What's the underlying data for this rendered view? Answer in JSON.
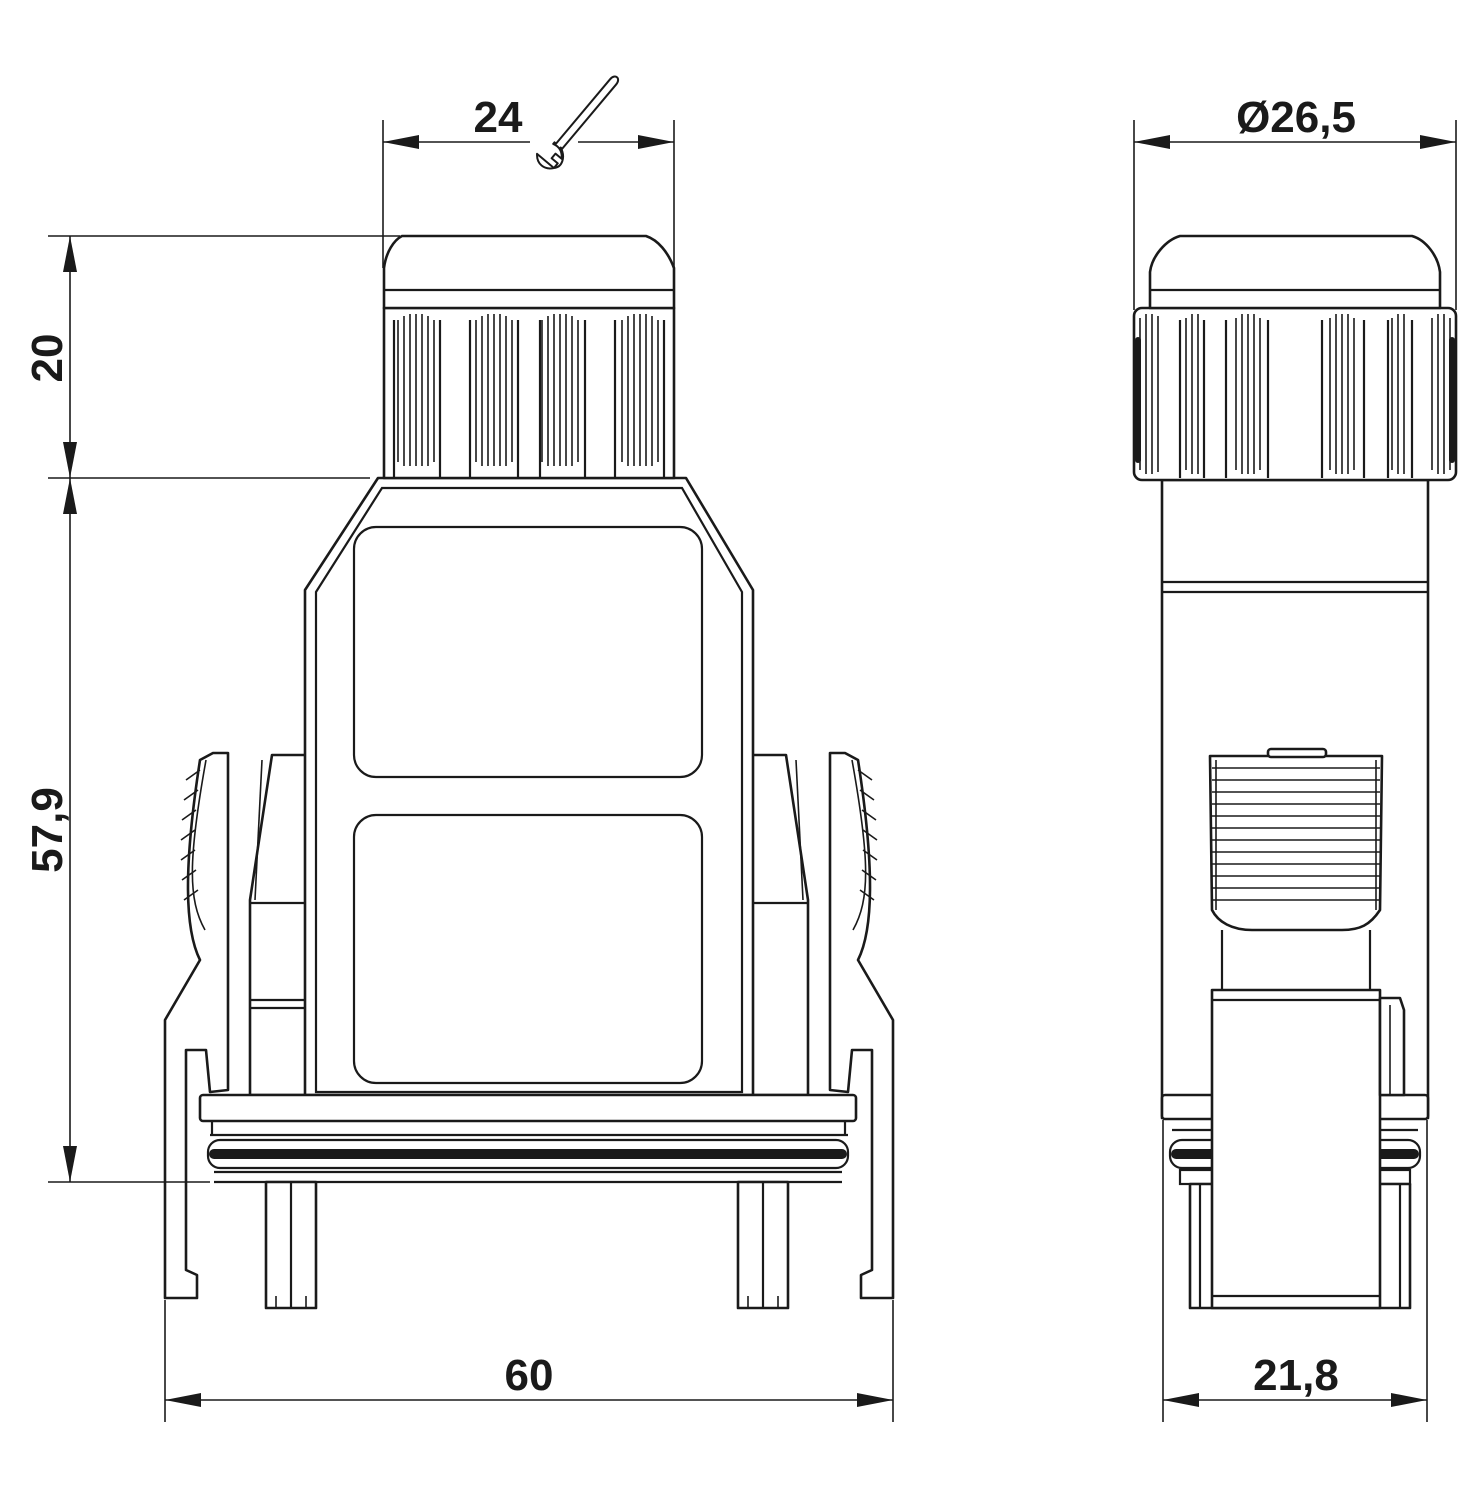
{
  "dimensions": {
    "wrench_size": "24",
    "diameter": "Ø26,5",
    "nut_height": "20",
    "body_height": "57,9",
    "width": "60",
    "depth": "21,8"
  },
  "colors": {
    "line": "#1a1a1a",
    "background": "#ffffff"
  },
  "icons": {
    "wrench": "wrench-icon"
  }
}
